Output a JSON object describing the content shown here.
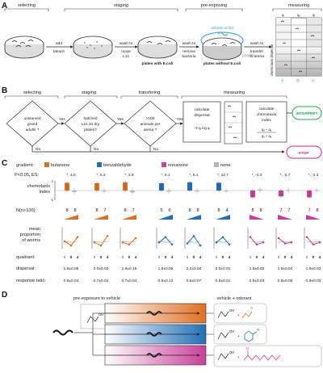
{
  "panels": {
    "A": "A",
    "B": "B",
    "C": "C",
    "D": "D"
  },
  "panelA": {
    "stages": [
      "selecting",
      "staging",
      "pre-exposing",
      "measuring"
    ],
    "arrow1": [
      "add",
      "bleach"
    ],
    "arrow2": [
      "wash to",
      "move",
      "L1s"
    ],
    "arrow3": [
      "wash to",
      "remove",
      "bacteria"
    ],
    "arrow4": [
      "wash to",
      "transfer",
      "to arena"
    ],
    "plates_with": "plates with E.coli",
    "plates_without": "plates without E.coli",
    "vehicle_on_lid": "vehicle on lid",
    "parafilm": "parafilm",
    "quadrants": [
      "qᵢ",
      "qₒ",
      "qᵢ"
    ],
    "dispersal_label": "chemotaxis     dispersal",
    "bottom_marks": [
      "V",
      "O",
      "V"
    ]
  },
  "panelB": {
    "headers": [
      "selecting",
      "staging",
      "transfering",
      "measuring"
    ],
    "diamond1": [
      "unstarved",
      "grand",
      "adults ?"
    ],
    "diamond2": [
      "hatched",
      "L1s on dry",
      "plates?"
    ],
    "diamond3": [
      ">100",
      "animals per",
      "arena ?"
    ],
    "yes": "Yes",
    "no": "No",
    "calc_dispersal": [
      "calculate",
      "dispersal"
    ],
    "calc_chemotaxis": [
      "calculate",
      "chemotaxis",
      "index"
    ],
    "interpret": "INTERPRET",
    "stop": "STOP"
  },
  "panelC": {
    "gradient_label": "gradient:",
    "legend": [
      {
        "name": "butanone",
        "color": "#e07020"
      },
      {
        "name": "benzaldehyde",
        "color": "#2070b8"
      },
      {
        "name": "nonanone",
        "color": "#c8409a"
      },
      {
        "name": "none",
        "color": "#b8b8b8"
      }
    ],
    "es_label": "P<0.05, ES:",
    "effect_sizes": [
      "4.0",
      "5.2",
      "3.8",
      "6.1",
      "5.1",
      "12.7",
      "-4.3",
      "-2.7",
      "-2.3"
    ],
    "chemotaxis_label": [
      "chemotaxis",
      "index"
    ],
    "n_label": "N(n>100):",
    "n_values": [
      [
        "8",
        "8"
      ],
      [
        "8",
        "7"
      ],
      [
        "8",
        "7"
      ],
      [
        "5",
        "6"
      ],
      [
        "8",
        "8"
      ],
      [
        "8",
        "4"
      ],
      [
        "8",
        "8"
      ],
      [
        "7",
        "7"
      ],
      [
        "7",
        "8"
      ]
    ],
    "mean_label": [
      "mean",
      "proportion",
      "of worms"
    ],
    "quadrant_label": "quadrant:",
    "quadrant_ticks": [
      "I",
      "0",
      "4"
    ],
    "dispersal_label": "dispersal:",
    "dispersal_values": [
      "1.8±0.08",
      "2.0±0.03",
      "1.9±0.15",
      "1.9±0.09",
      "2.0±0.04",
      "2.0±0.01",
      "1.9±0.03",
      "1.9±0.04",
      "1.9±0.03"
    ],
    "response_label": "response ratio:",
    "response_values": [
      "0.8±0.04",
      "0.7±0.04",
      "0.7±0.04",
      "0.5±0.12",
      "0.5±0.07",
      "0.5±0.01",
      "0.9±0.03",
      "0.8±0.05",
      "0.9±0.03"
    ],
    "bar_values": [
      0.8,
      0.75,
      0.85,
      0.75,
      0.85,
      0.8,
      -0.7,
      -0.6,
      -0.7
    ],
    "none_values": [
      -0.15,
      -0.05,
      -0.2,
      -0.1,
      -0.05,
      0.0,
      0.1,
      0.05,
      0.05
    ]
  },
  "panelD": {
    "pre_exposure": "pre-exposure to vehicle",
    "vehicle_odorant": "vehicle + odorant",
    "gradients": [
      {
        "from": "#ffffff",
        "to": "#e07020"
      },
      {
        "from": "#ffffff",
        "to": "#2070b8"
      },
      {
        "from": "#ffffff",
        "to": "#c8409a"
      }
    ]
  },
  "colors": {
    "butanone": "#e07020",
    "benzaldehyde": "#2070b8",
    "nonanone": "#c8409a",
    "none": "#b8b8b8",
    "interpret": "#22aa55",
    "stop": "#d0208a",
    "vehicle": "#29a3d6"
  }
}
